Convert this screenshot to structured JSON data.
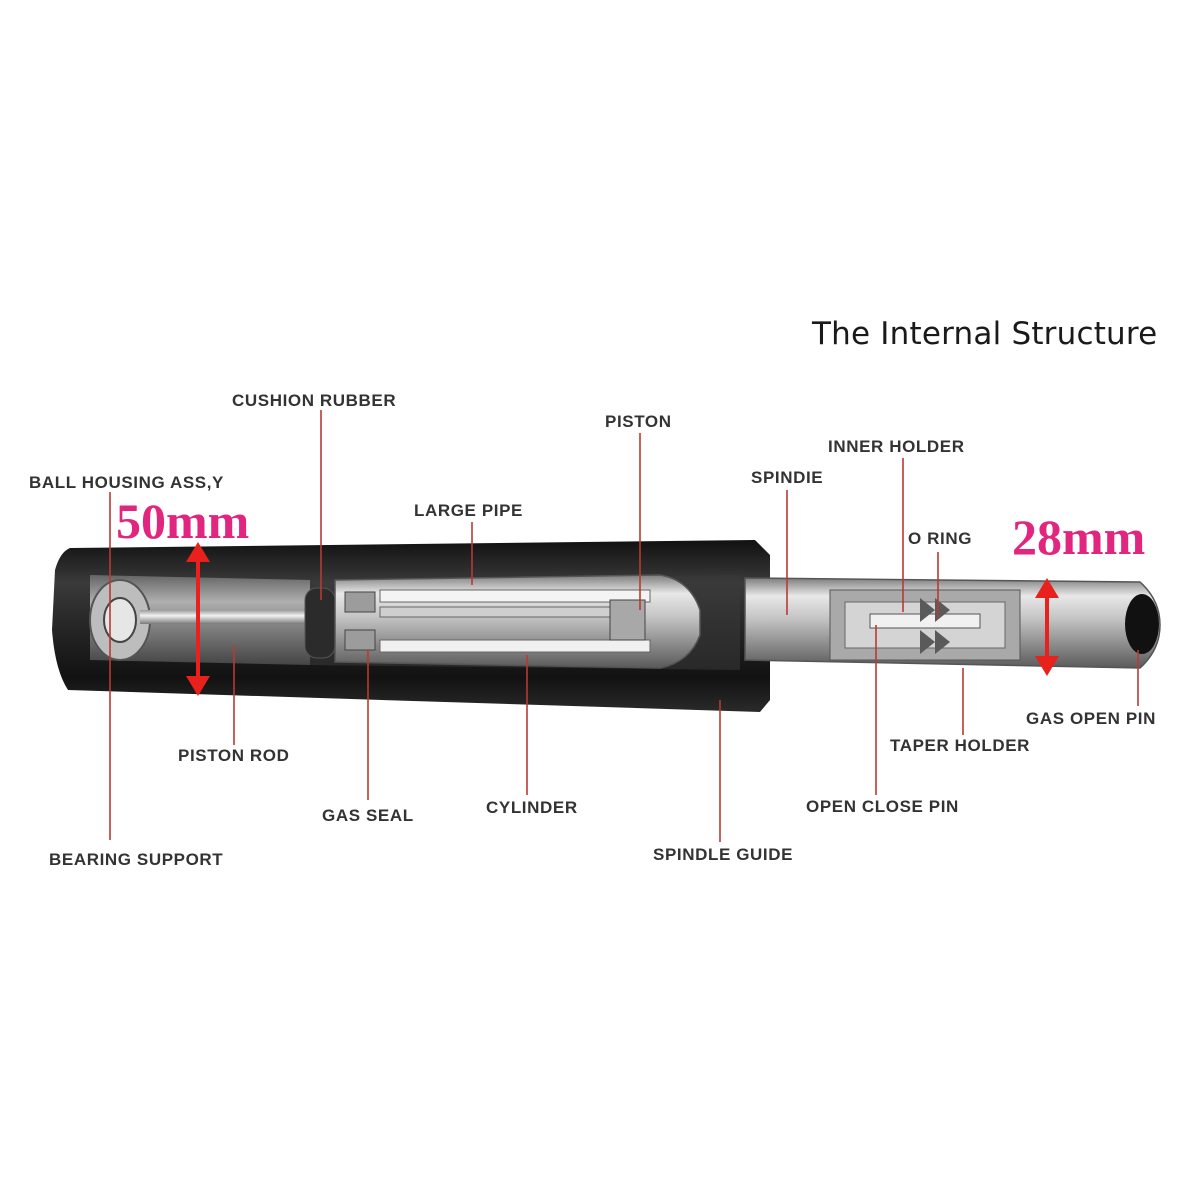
{
  "title": "The Internal Structure",
  "dimensions": {
    "outer_diameter": "50mm",
    "inner_diameter": "28mm"
  },
  "labels": {
    "cushion_rubber": "CUSHION RUBBER",
    "piston": "PISTON",
    "inner_holder": "INNER HOLDER",
    "ball_housing": "BALL HOUSING ASS,Y",
    "spindie": "SPINDIE",
    "large_pipe": "LARGE PIPE",
    "o_ring": "O RING",
    "gas_open_pin": "GAS OPEN PIN",
    "taper_holder": "TAPER HOLDER",
    "piston_rod": "PISTON ROD",
    "gas_seal": "GAS SEAL",
    "cylinder": "CYLINDER",
    "open_close_pin": "OPEN CLOSE PIN",
    "spindle_guide": "SPINDLE GUIDE",
    "bearing_support": "BEARING SUPPORT"
  },
  "colors": {
    "dimension_text": "#e0267f",
    "dimension_arrow": "#e8211c",
    "leader_line": "#b83a32",
    "label_text": "#333333",
    "cylinder_dark": "#1e1e1e",
    "metal_light": "#d9d9d9"
  }
}
